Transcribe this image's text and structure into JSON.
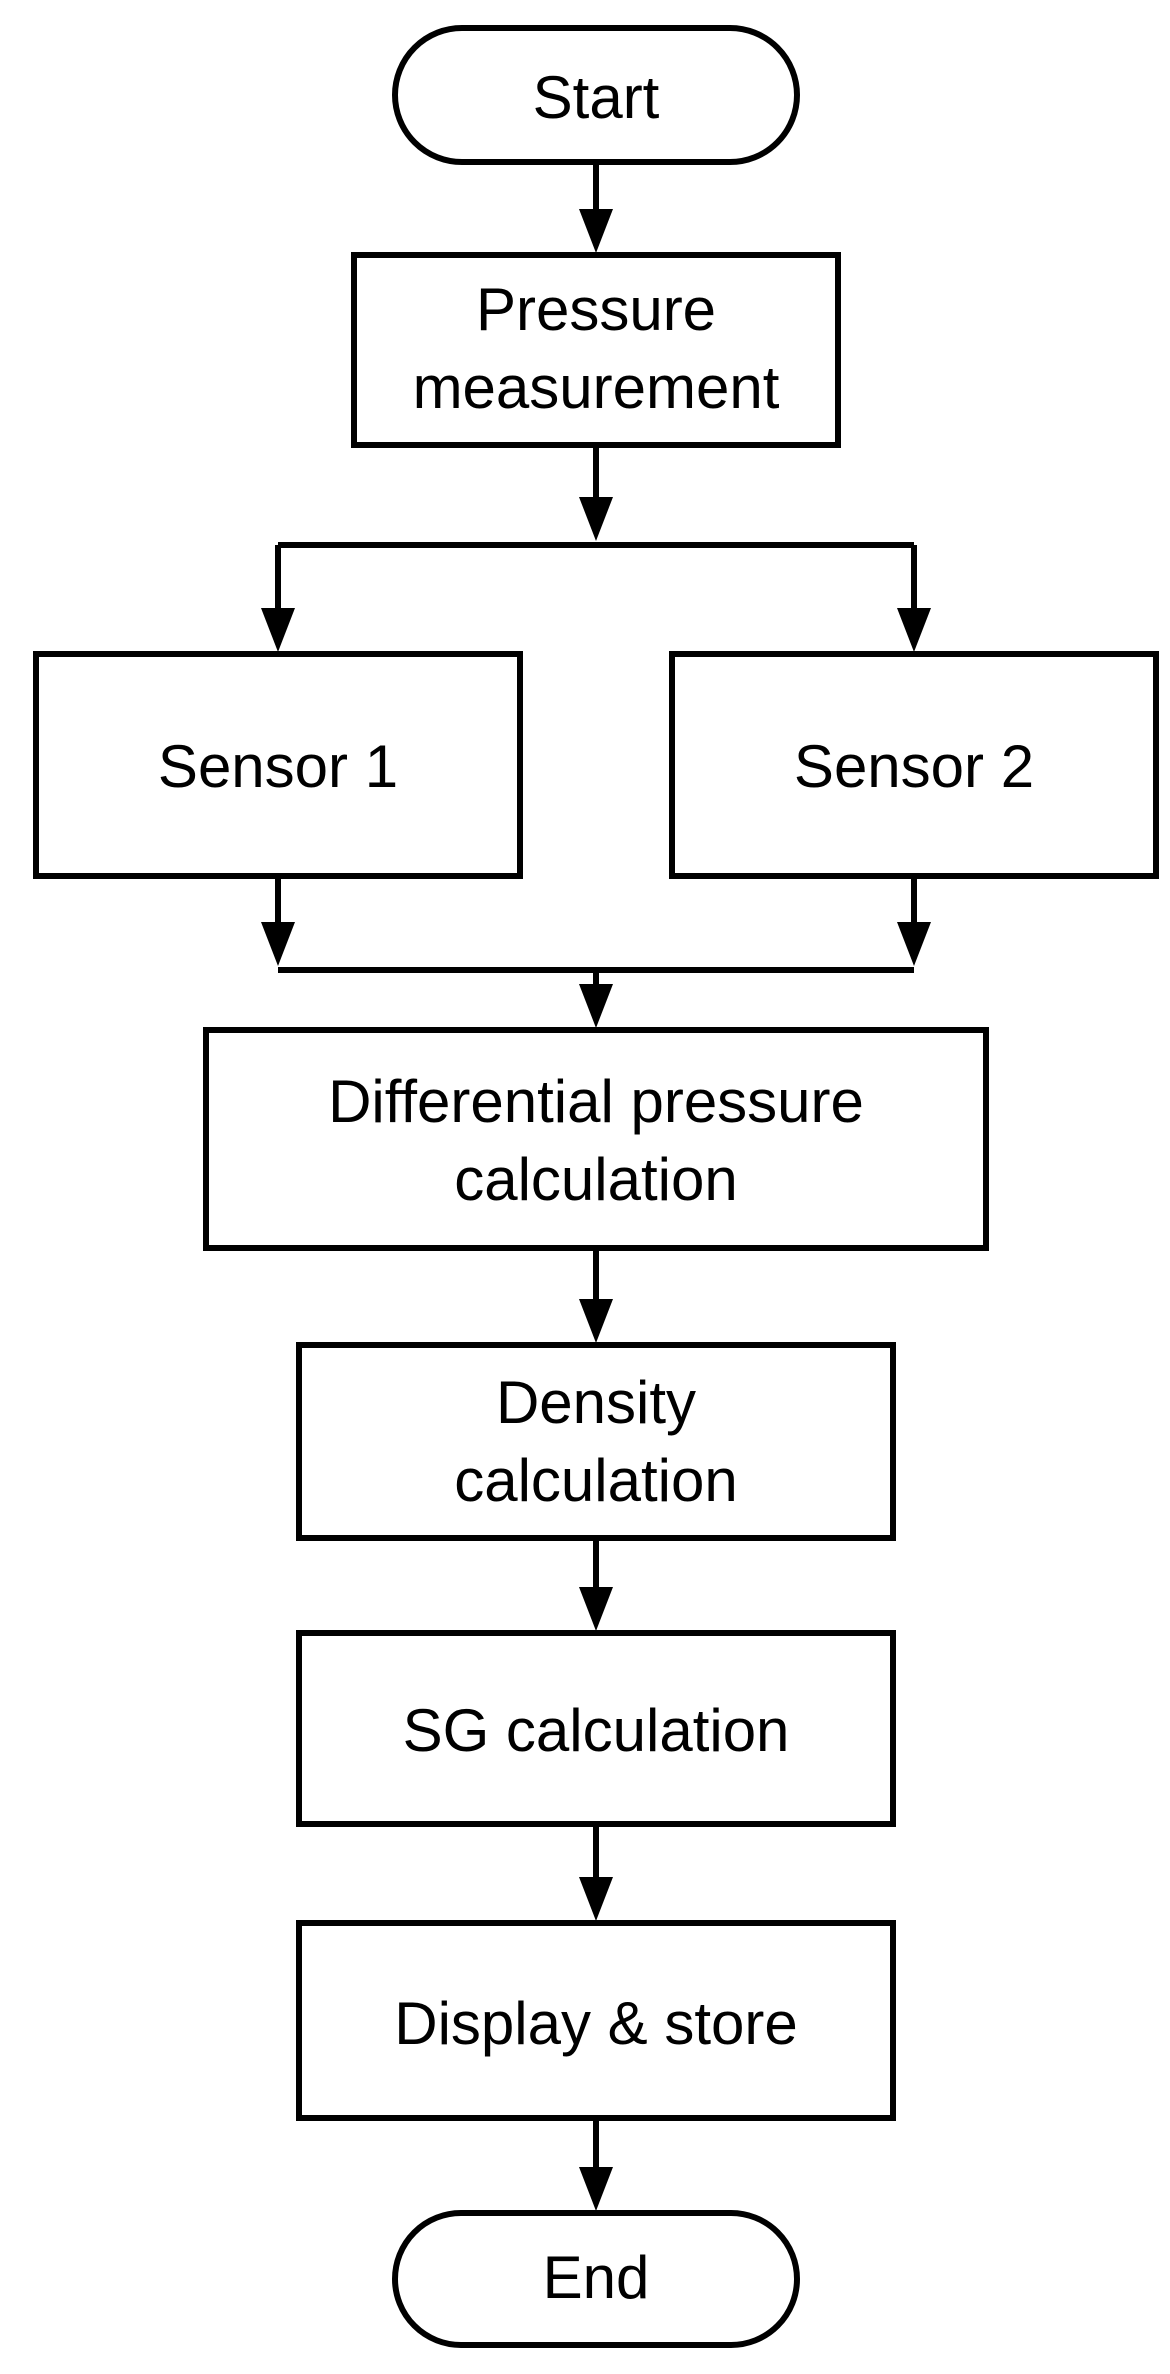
{
  "diagram": {
    "type": "flowchart",
    "direction": "top-down",
    "colors": {
      "background": "#ffffff",
      "node_fill": "#ffffff",
      "stroke": "#000000",
      "text": "#000000"
    },
    "nodes": {
      "start": {
        "shape": "terminator",
        "label": "Start"
      },
      "pressure": {
        "shape": "process",
        "lines": [
          "Pressure",
          "measurement"
        ]
      },
      "sensor1": {
        "shape": "process",
        "label": "Sensor 1"
      },
      "sensor2": {
        "shape": "process",
        "label": "Sensor 2"
      },
      "diffcalc": {
        "shape": "process",
        "lines": [
          "Differential pressure",
          "calculation"
        ]
      },
      "density": {
        "shape": "process",
        "lines": [
          "Density",
          "calculation"
        ]
      },
      "sg": {
        "shape": "process",
        "label": "SG calculation"
      },
      "display": {
        "shape": "process",
        "label": "Display & store"
      },
      "end": {
        "shape": "terminator",
        "label": "End"
      }
    },
    "edges": [
      {
        "from": "start",
        "to": "pressure"
      },
      {
        "from": "pressure",
        "to": "sensor1"
      },
      {
        "from": "pressure",
        "to": "sensor2"
      },
      {
        "from": "sensor1",
        "to": "diffcalc"
      },
      {
        "from": "sensor2",
        "to": "diffcalc"
      },
      {
        "from": "diffcalc",
        "to": "density"
      },
      {
        "from": "density",
        "to": "sg"
      },
      {
        "from": "sg",
        "to": "display"
      },
      {
        "from": "display",
        "to": "end"
      }
    ]
  }
}
